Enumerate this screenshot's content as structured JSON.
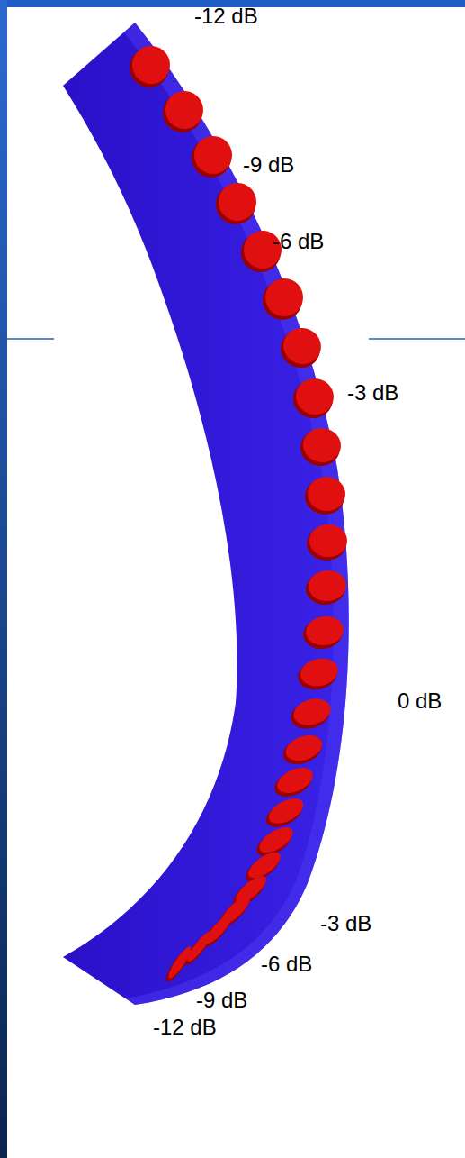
{
  "diagram": {
    "labels": [
      "-12 dB",
      "-9 dB",
      "-6 dB",
      "-3 dB",
      "0 dB",
      "-3 dB",
      "-6 dB",
      "-9 dB",
      "-12 dB"
    ]
  }
}
